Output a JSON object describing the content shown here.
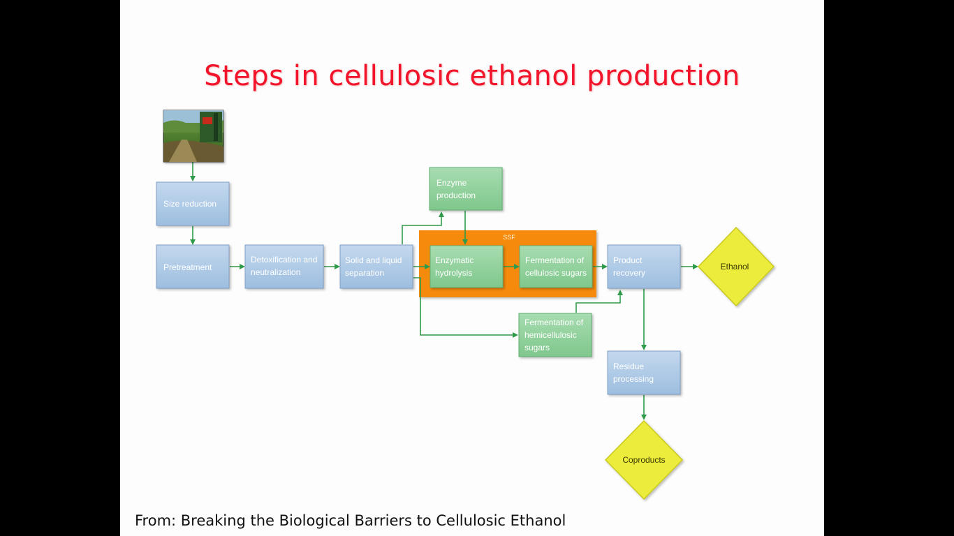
{
  "slide": {
    "title": "Steps in cellulosic ethanol production",
    "caption": "From: Breaking the Biological Barriers to Cellulosic Ethanol"
  },
  "colors": {
    "title": "#f2142a",
    "process_blue": "#a9c6e4",
    "process_green": "#8fd09a",
    "ssf_orange": "#f58a0c",
    "product_yellow": "#ecec3c",
    "arrow_green": "#2e9a4a"
  },
  "diagram": {
    "nodes": {
      "biomass_photo": {
        "kind": "image"
      },
      "size_reduction": {
        "lines": [
          "Size reduction"
        ]
      },
      "pretreatment": {
        "lines": [
          "Pretreatment"
        ]
      },
      "detoxification": {
        "lines": [
          "Detoxification and",
          "neutralization"
        ]
      },
      "separation": {
        "lines": [
          "Solid and liquid",
          "separation"
        ]
      },
      "enzyme_production": {
        "lines": [
          "Enzyme",
          "production"
        ]
      },
      "enzymatic_hydrolysis": {
        "lines": [
          "Enzymatic",
          "hydrolysis"
        ]
      },
      "fermentation_cellulosic": {
        "lines": [
          "Fermentation of",
          "cellulosic sugars"
        ]
      },
      "fermentation_hemicellulosic": {
        "lines": [
          "Fermentation of",
          "hemicellulosic",
          "sugars"
        ]
      },
      "product_recovery": {
        "lines": [
          "Product",
          "recovery"
        ]
      },
      "residue_processing": {
        "lines": [
          "Residue",
          "processing"
        ]
      },
      "ethanol": {
        "lines": [
          "Ethanol"
        ]
      },
      "coproducts": {
        "lines": [
          "Coproducts"
        ]
      }
    },
    "ssf_label": "SSF",
    "edges": [
      {
        "from": "biomass_photo",
        "to": "size_reduction"
      },
      {
        "from": "size_reduction",
        "to": "pretreatment"
      },
      {
        "from": "pretreatment",
        "to": "detoxification"
      },
      {
        "from": "detoxification",
        "to": "separation"
      },
      {
        "from": "separation",
        "to": "enzymatic_hydrolysis"
      },
      {
        "from": "separation",
        "to": "enzyme_production"
      },
      {
        "from": "separation",
        "to": "fermentation_hemicellulosic"
      },
      {
        "from": "enzyme_production",
        "to": "enzymatic_hydrolysis"
      },
      {
        "from": "enzymatic_hydrolysis",
        "to": "fermentation_cellulosic"
      },
      {
        "from": "fermentation_cellulosic",
        "to": "product_recovery"
      },
      {
        "from": "fermentation_hemicellulosic",
        "to": "product_recovery"
      },
      {
        "from": "product_recovery",
        "to": "ethanol"
      },
      {
        "from": "product_recovery",
        "to": "residue_processing"
      },
      {
        "from": "residue_processing",
        "to": "coproducts"
      }
    ]
  }
}
